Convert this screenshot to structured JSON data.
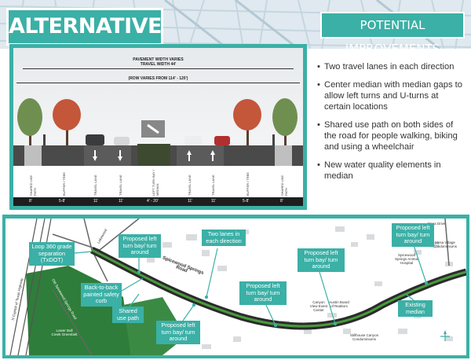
{
  "header": {
    "title": "ALTERNATIVE C",
    "subtitle": "POTENTIAL IMPROVEMENTS"
  },
  "cross_section": {
    "pavement_width": "PAVEMENT WIDTH VARIES",
    "travel_width": "TRAVEL WIDTH 44'",
    "row": "(ROW VARIES FROM 114' - 120')",
    "zones": [
      "SHARED USE PATH",
      "BUFFER / TREE",
      "TRAVEL LANE",
      "TRAVEL LANE",
      "LEFT TURN BAY / MEDIAN",
      "TRAVEL LANE",
      "TRAVEL LANE",
      "BUFFER / TREE",
      "SHARED USE PATH"
    ],
    "dimensions": [
      "8'",
      "5-8'",
      "11'",
      "11'",
      "4' - 20'",
      "11'",
      "11'",
      "5-8'",
      "8'"
    ]
  },
  "bullets": [
    "Two travel lanes in each direction",
    "Center median with median gaps to allow left turns and U-turns at certain locations",
    "Shared use path on both sides of the road for people walking, biking and using a wheelchair",
    "New water quality elements in median"
  ],
  "map": {
    "callouts": {
      "loop360": "Loop 360 grade separation (TxDOT)",
      "left_turn_1": "Proposed left turn bay/ turn around",
      "two_lanes": "Two lanes in each direction",
      "left_turn_2": "Proposed left turn bay/ turn around",
      "left_turn_3": "Proposed left turn bay/ turn around",
      "left_turn_4": "Proposed left turn bay/ turn around",
      "back_to_back": "Back-to-back painted safety curb",
      "shared_use": "Shared use path",
      "left_turn_5": "Proposed left turn bay/ turn around",
      "existing_median": "Existing median"
    },
    "labels": {
      "road": "Spicewood Springs Road",
      "highway": "N Capital of Texas Highway",
      "lakeway": "Lakewood",
      "yaupon": "Old Spicewood Springs Road",
      "greenspace": "Lower Bull Creek Greenbelt",
      "canyon_view": "Canyon View Event Center",
      "austin_realtors": "Austin Board of Realtors",
      "spicewood_animal": "Spicewood Springs Animal Hospital",
      "mesa_village": "Mesa Village Condominiums",
      "mesa_drive": "Mesa Drive",
      "stillhouse": "Stillhouse Canyon Condominiums"
    }
  }
}
